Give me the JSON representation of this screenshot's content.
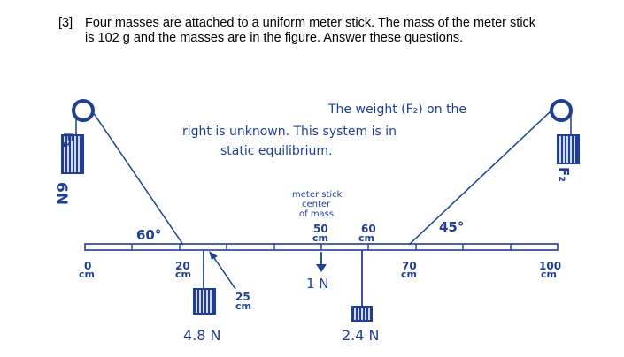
{
  "question": {
    "number": "[3]",
    "line1": "Four masses are attached to a uniform meter stick. The mass of the meter stick",
    "line2": "is 102 g and the masses are in the figure. Answer these questions."
  },
  "diagram": {
    "note": {
      "line1": "The weight (F₂) on the",
      "line2": "right is unknown.  This system is in",
      "line3": "static equilibrium."
    },
    "left_weight": {
      "label": "F₁",
      "value": "6N"
    },
    "right_weight": {
      "label": "F₂"
    },
    "left_angle": "60°",
    "right_angle": "45°",
    "center_of_mass": {
      "line1": "meter stick",
      "line2": "center",
      "line3": "of mass",
      "value": "1 N"
    },
    "marks": {
      "m0": {
        "num": "0",
        "unit": "cm"
      },
      "m20": {
        "num": "20",
        "unit": "cm"
      },
      "m25": {
        "num": "25",
        "unit": "cm"
      },
      "m50": {
        "num": "50",
        "unit": "cm"
      },
      "m60": {
        "num": "60",
        "unit": "cm"
      },
      "m70": {
        "num": "70",
        "unit": "cm"
      },
      "m100": {
        "num": "100",
        "unit": "cm"
      }
    },
    "mass_25cm": "4.8 N",
    "mass_60cm": "2.4 N",
    "colors": {
      "ink": "#1f3f95",
      "text": "#000000"
    }
  }
}
